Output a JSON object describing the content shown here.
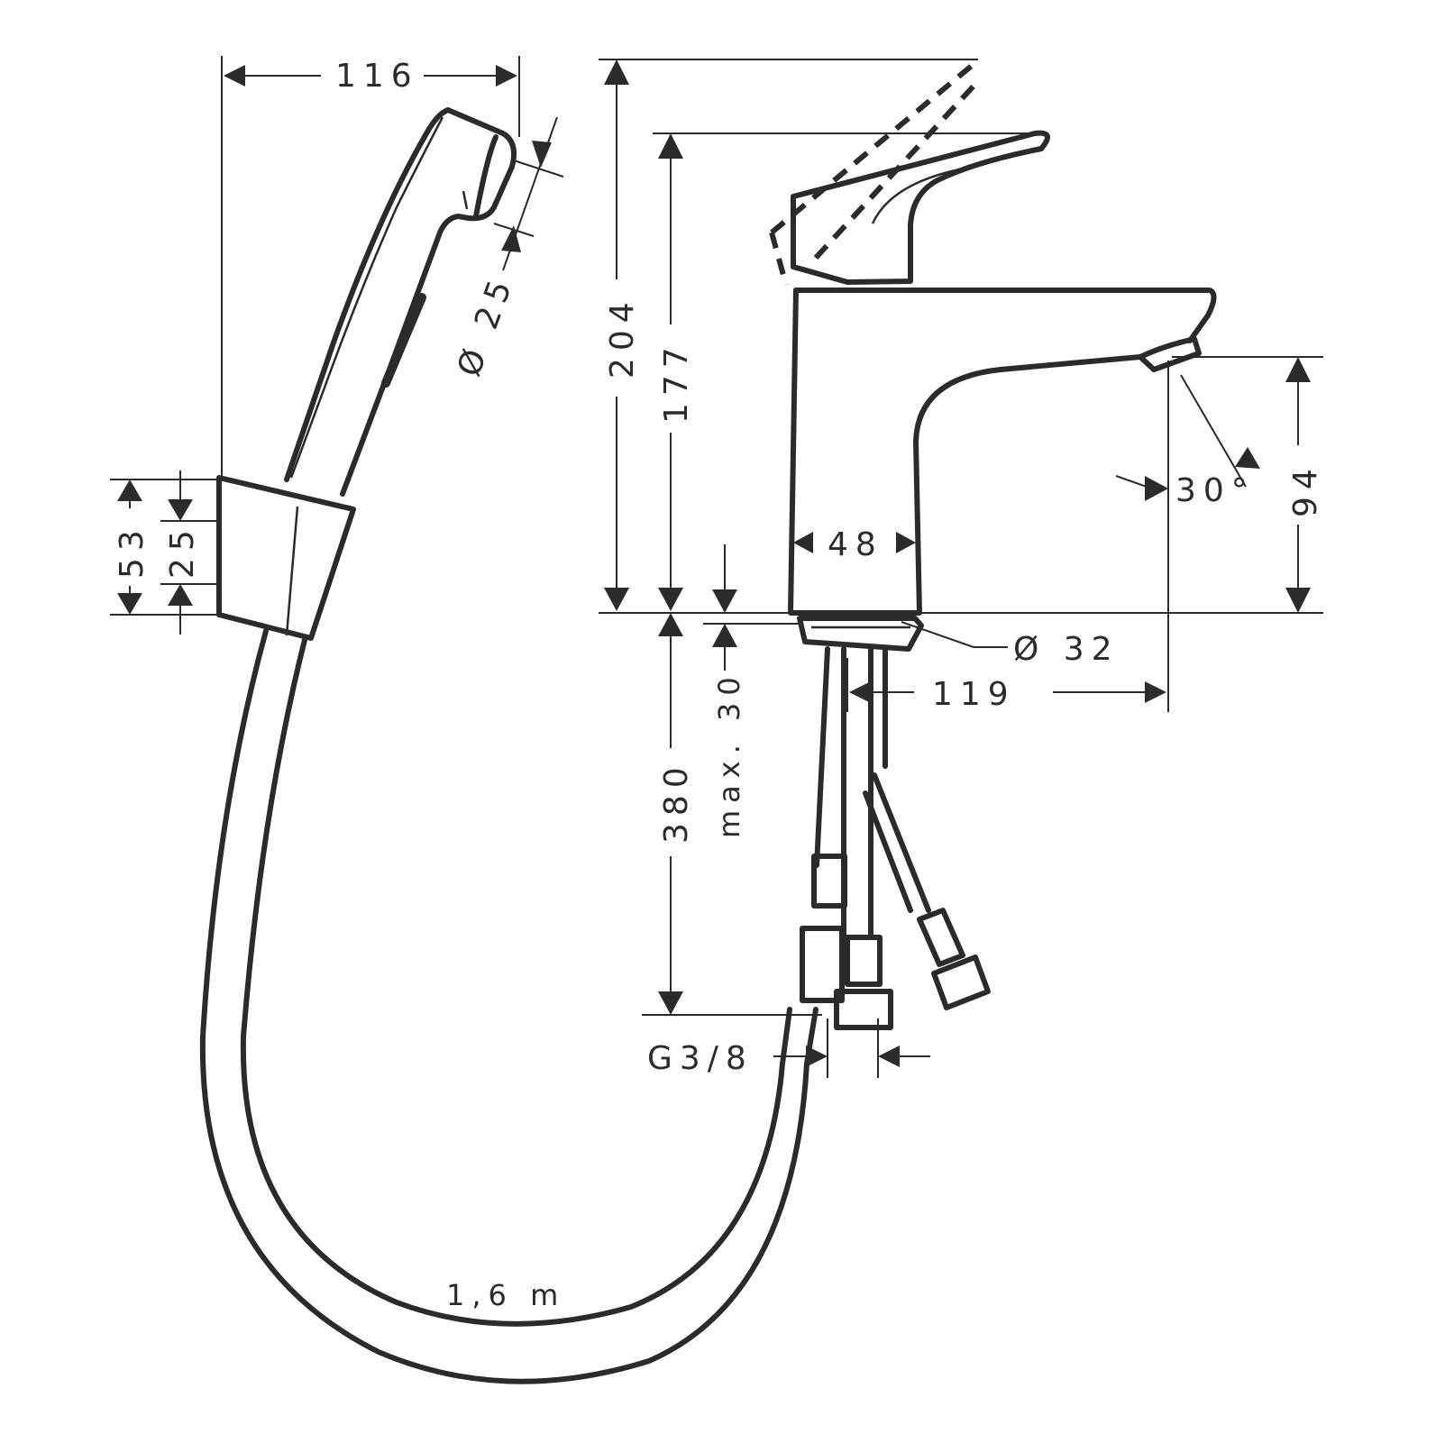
{
  "drawing": {
    "subject": "Basin mixer with hand shower (bidet spray) – dimension drawing",
    "hand_shower": {
      "width_label": "116",
      "head_diameter_label": "Ø 25",
      "holder_height_label": "53",
      "holder_inner_label": "25",
      "hose_length_label": "1,6 m"
    },
    "mixer": {
      "total_height_label": "204",
      "handle_height_label": "177",
      "spout_height_label": "94",
      "spout_angle_label": "30°",
      "body_width_label": "48",
      "base_diameter_label": "Ø 32",
      "spout_reach_label": "119",
      "max_counter_label": "max. 30",
      "supply_length_label": "380",
      "thread_label": "G3/8"
    },
    "colors": {
      "line": "#2b2b2b",
      "background": "#ffffff"
    }
  }
}
